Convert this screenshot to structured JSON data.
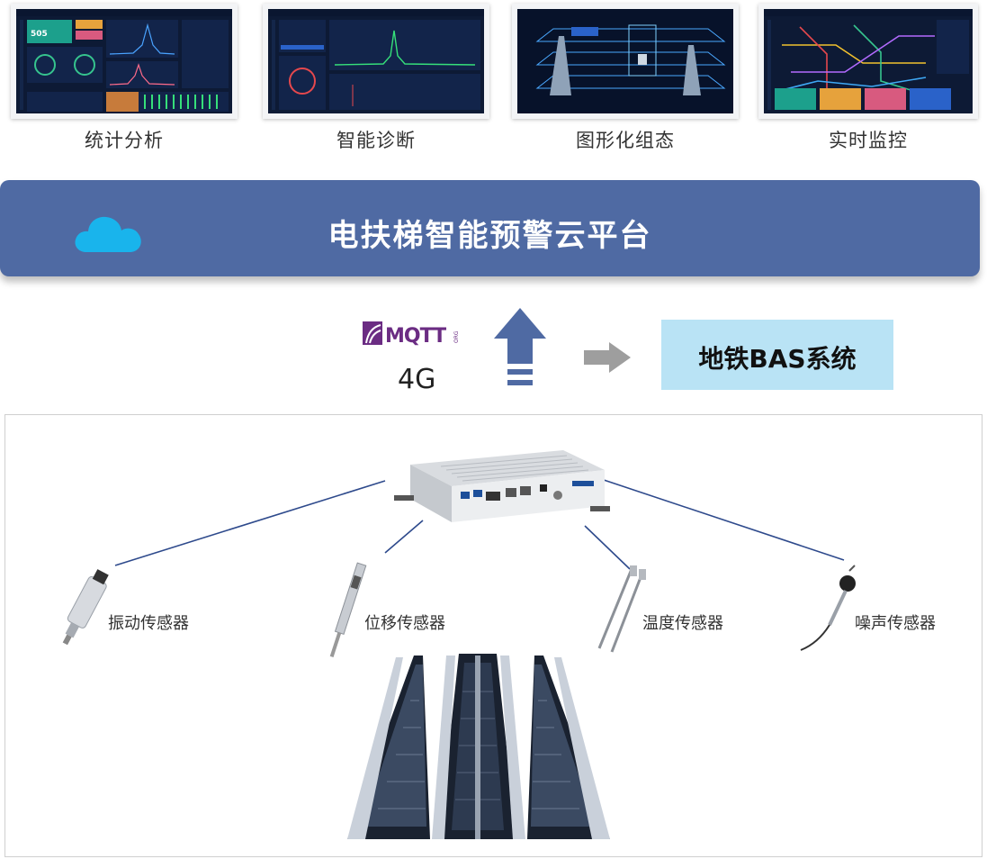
{
  "screens": [
    {
      "caption": "统计分析",
      "value": "505"
    },
    {
      "caption": "智能诊断"
    },
    {
      "caption": "图形化组态"
    },
    {
      "caption": "实时监控"
    }
  ],
  "platform": {
    "title": "电扶梯智能预警云平台",
    "icon": "cloud-icon"
  },
  "protocol": {
    "logo_text": "MQTT",
    "logo_suffix": "ORG",
    "network": "4G"
  },
  "bas": {
    "label": "地铁BAS系统"
  },
  "sensors": [
    {
      "label": "振动传感器",
      "icon": "vibration-sensor-icon"
    },
    {
      "label": "位移传感器",
      "icon": "displacement-sensor-icon"
    },
    {
      "label": "温度传感器",
      "icon": "temperature-sensor-icon"
    },
    {
      "label": "噪声传感器",
      "icon": "noise-sensor-icon"
    }
  ],
  "gateway": {
    "icon": "edge-gateway-icon"
  },
  "colors": {
    "banner": "#4f6aa3",
    "arrow_up": "#4f6aa3",
    "arrow_right": "#9e9e9e",
    "bas_box": "#b9e3f5",
    "cloud": "#19b4ec",
    "link_line": "#2e4a8c"
  }
}
